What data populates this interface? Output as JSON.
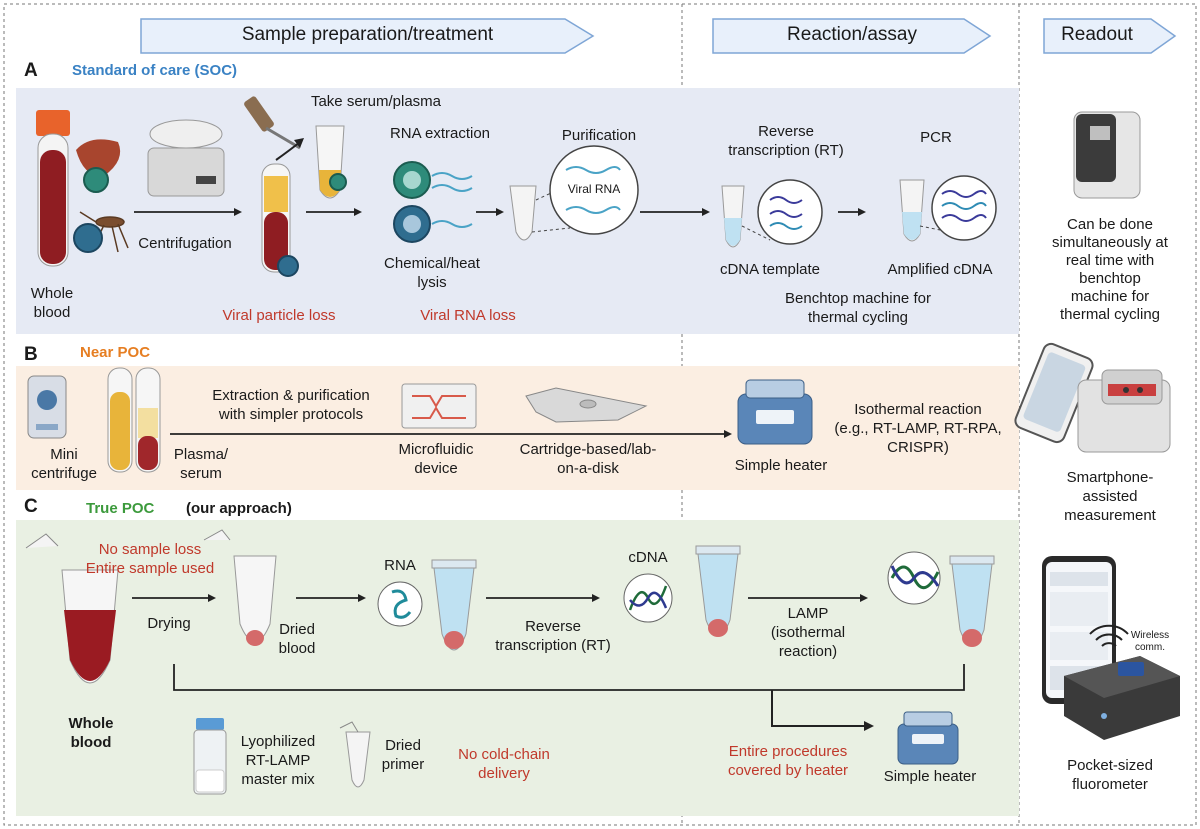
{
  "headers": {
    "sample_prep": "Sample preparation/treatment",
    "reaction": "Reaction/assay",
    "readout": "Readout"
  },
  "panel_a": {
    "letter": "A",
    "title": "Standard of care (SOC)",
    "whole_blood": "Whole\nblood",
    "centrifugation": "Centrifugation",
    "take_serum": "Take serum/plasma",
    "rna_extraction": "RNA extraction",
    "chemical_heat": "Chemical/heat\nlysis",
    "purification": "Purification",
    "viral_rna": "Viral RNA",
    "viral_particle_loss": "Viral particle loss",
    "viral_rna_loss": "Viral RNA loss",
    "reverse_transcription": "Reverse\ntranscription (RT)",
    "pcr": "PCR",
    "cdna_template": "cDNA template",
    "amplified_cdna": "Amplified cDNA",
    "benchtop": "Benchtop machine for\nthermal cycling"
  },
  "panel_b": {
    "letter": "B",
    "title": "Near POC",
    "mini_centrifuge": "Mini\ncentrifuge",
    "plasma_serum": "Plasma/\nserum",
    "extraction": "Extraction & purification\nwith simpler protocols",
    "microfluidic": "Microfluidic\ndevice",
    "cartridge": "Cartridge-based/lab-\non-a-disk",
    "simple_heater": "Simple heater",
    "isothermal": "Isothermal reaction\n(e.g., RT-LAMP, RT-RPA,\nCRISPR)"
  },
  "panel_c": {
    "letter": "C",
    "title": "True POC",
    "our_approach": "(our approach)",
    "no_sample_loss": "No sample loss\nEntire sample used",
    "drying": "Drying",
    "dried_blood": "Dried\nblood",
    "rna": "RNA",
    "reverse_transcription": "Reverse\ntranscription (RT)",
    "cdna": "cDNA",
    "lamp": "LAMP\n(isothermal\nreaction)",
    "whole_blood": "Whole\nblood",
    "lyophilized": "Lyophilized\nRT-LAMP\nmaster mix",
    "dried_primer": "Dried\nprimer",
    "no_cold_chain": "No cold-chain\ndelivery",
    "entire_procedures": "Entire procedures\ncovered by heater",
    "simple_heater": "Simple heater"
  },
  "readout": {
    "benchtop_text": "Can be done\nsimultaneously at\nreal time with\nbenchtop\nmachine for\nthermal cycling",
    "smartphone_text": "Smartphone-\nassisted\nmeasurement",
    "fluorometer_text": "Pocket-sized\nfluorometer",
    "wireless": "Wireless\ncomm."
  },
  "colors": {
    "panel_a_bg": "#e6eaf4",
    "panel_b_bg": "#fbeee2",
    "panel_c_bg": "#e9f0e3",
    "title_a": "#3a82c4",
    "title_b": "#e67e22",
    "title_c": "#3c9a3c",
    "loss_red": "#c0392b",
    "chevron_fill": "#e8f0fb",
    "chevron_stroke": "#7fa6d6"
  }
}
